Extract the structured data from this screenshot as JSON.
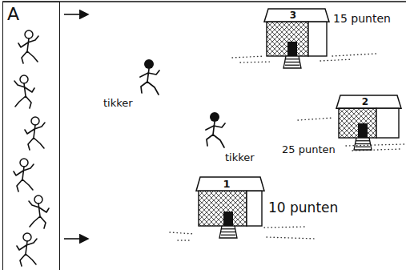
{
  "diagram": {
    "nodes": [
      {
        "text": [
          "A"
        ]
      },
      {
        "text": [
          "3",
          "15 punten"
        ]
      },
      {
        "text": [
          "2",
          "25 punten"
        ]
      },
      {
        "text": [
          "1",
          "10 punten"
        ]
      }
    ],
    "labels": [
      "tikker",
      "tikker"
    ]
  }
}
